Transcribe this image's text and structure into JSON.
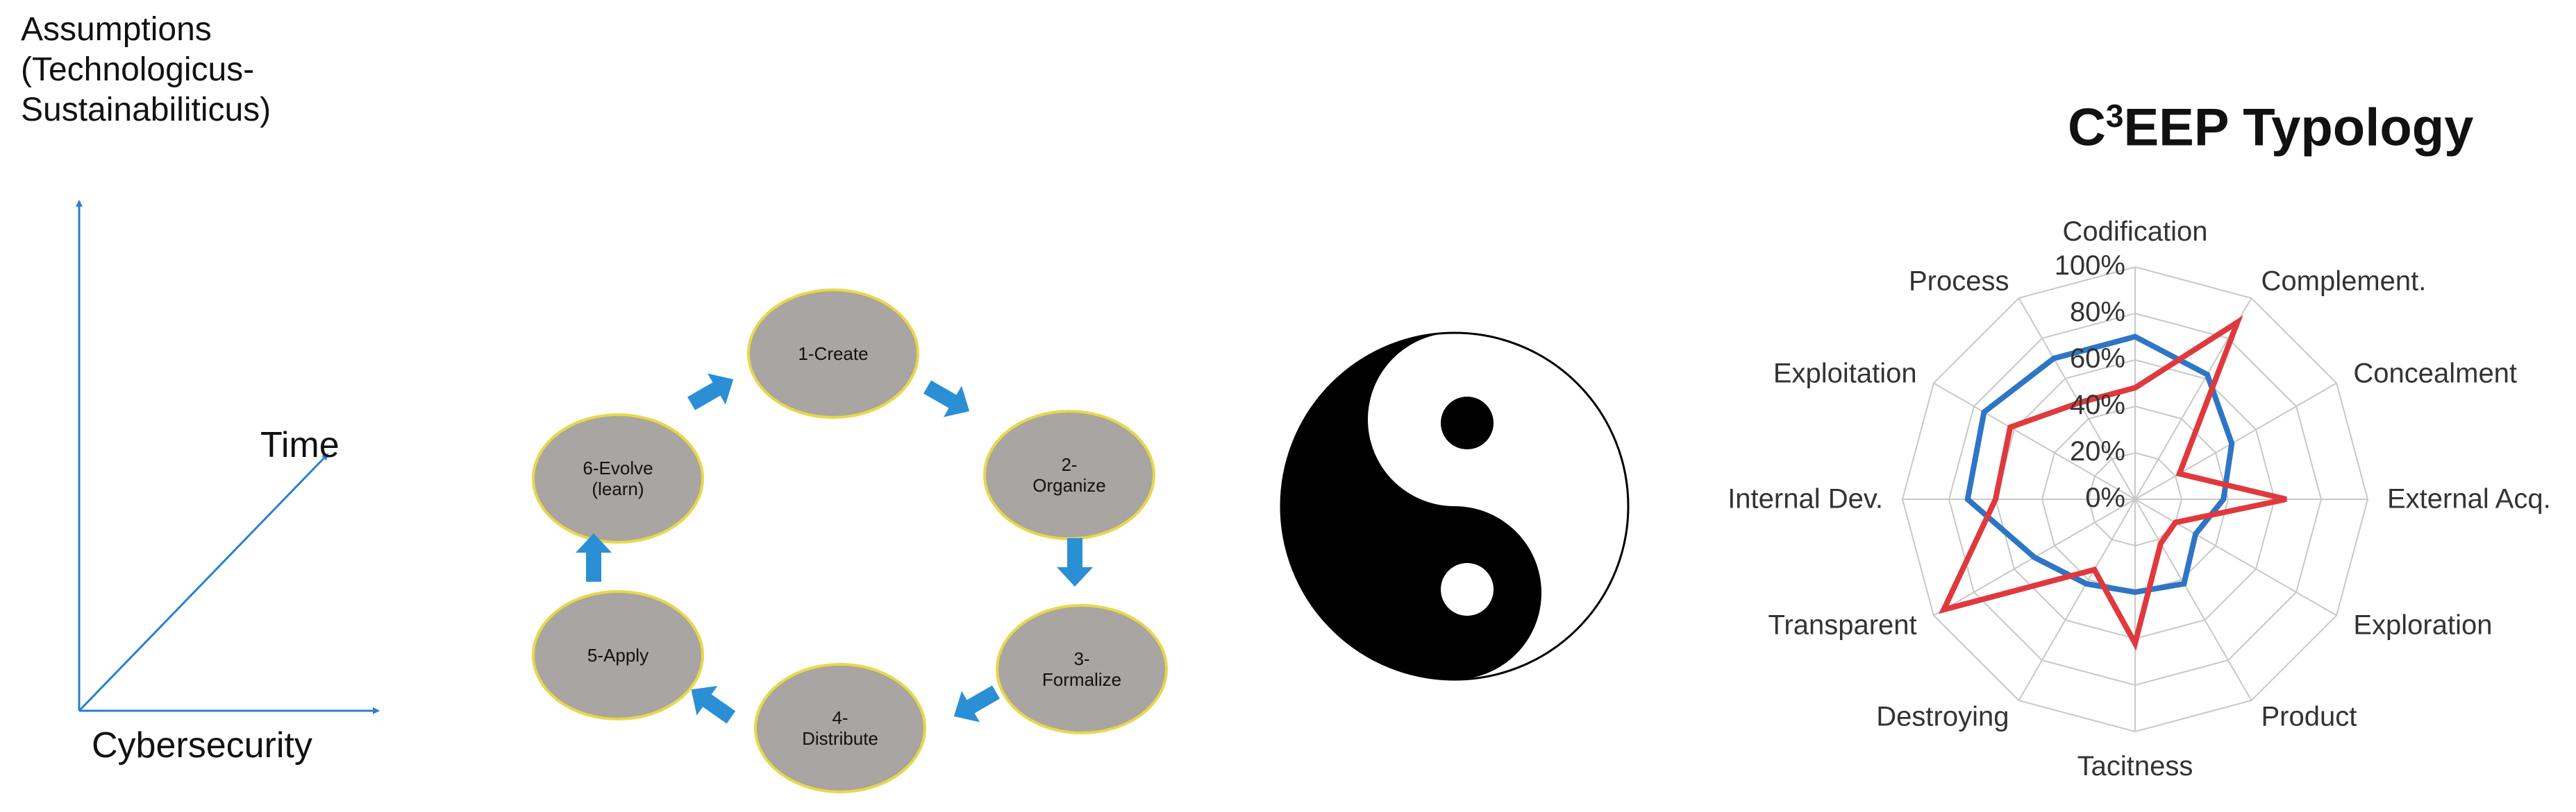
{
  "axes_panel": {
    "y_label_lines": [
      "Assumptions",
      "(Technologicus-",
      "Sustainabiliticus)"
    ],
    "diag_label": "Time",
    "x_label": "Cybersecurity",
    "line_color": "#2b7fd0"
  },
  "cycle": {
    "nodes": [
      {
        "id": "create",
        "label_lines": [
          "1-Create"
        ]
      },
      {
        "id": "organize",
        "label_lines": [
          "2-",
          "Organize"
        ]
      },
      {
        "id": "formalize",
        "label_lines": [
          "3-",
          "Formalize"
        ]
      },
      {
        "id": "distribute",
        "label_lines": [
          "4-",
          "Distribute"
        ]
      },
      {
        "id": "apply",
        "label_lines": [
          "5-Apply"
        ]
      },
      {
        "id": "evolve",
        "label_lines": [
          "6-Evolve",
          "(learn)"
        ]
      }
    ],
    "node_fill": "#a9a5a2",
    "node_stroke": "#e8d84a",
    "arrow_color": "#2b8fd6"
  },
  "yin_yang": {
    "dark": "#000000",
    "light": "#ffffff"
  },
  "radar": {
    "title_prefix": "C",
    "title_sup": "3",
    "title_suffix": "EEP Typology",
    "chart_data": {
      "type": "radar",
      "categories": [
        "Codification",
        "Complement.",
        "Concealment",
        "External Acq.",
        "Exploration",
        "Product",
        "Tacitness",
        "Destroying",
        "Transparent",
        "Internal Dev.",
        "Exploitation",
        "Process"
      ],
      "tick_labels": [
        "0%",
        "20%",
        "40%",
        "60%",
        "80%",
        "100%"
      ],
      "ylim": [
        0,
        100
      ],
      "grid": true,
      "series": [
        {
          "color": "#2e75c6",
          "values": [
            70,
            62,
            48,
            38,
            30,
            42,
            40,
            42,
            50,
            72,
            75,
            70
          ]
        },
        {
          "color": "#e0393d",
          "values": [
            48,
            88,
            22,
            65,
            20,
            22,
            62,
            35,
            95,
            60,
            62,
            48
          ]
        }
      ]
    }
  }
}
